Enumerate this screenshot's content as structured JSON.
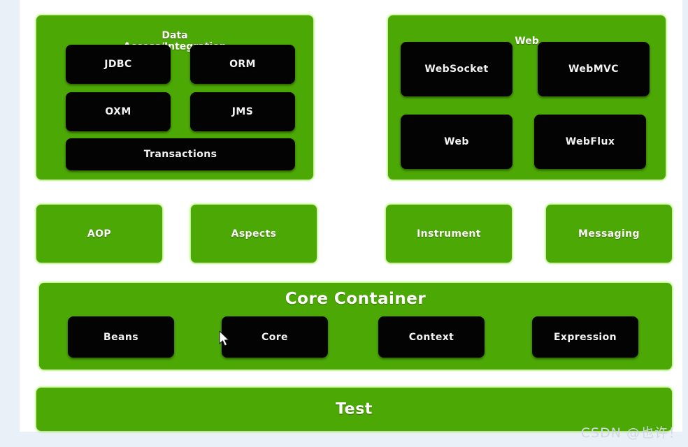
{
  "page": {
    "background_color": "#eaf0f7",
    "canvas_color": "#ffffff",
    "accent_green": "#4ca804",
    "module_black": "#030303"
  },
  "diagram": {
    "panels": [
      {
        "id": "data-access-integration",
        "title": "Data\nAccess/Integration",
        "modules": [
          "JDBC",
          "ORM",
          "OXM",
          "JMS",
          "Transactions"
        ]
      },
      {
        "id": "web",
        "title": "Web",
        "modules": [
          "WebSocket",
          "WebMVC",
          "Web",
          "WebFlux"
        ]
      }
    ],
    "standalone_modules": [
      "AOP",
      "Aspects",
      "Instrument",
      "Messaging"
    ],
    "core_container": {
      "title": "Core  Container",
      "modules": [
        "Beans",
        "Core",
        "Context",
        "Expression"
      ]
    },
    "test_bar": {
      "label": "Test"
    }
  },
  "overlay": {
    "cursor_icon": "arrow-pointer-icon",
    "watermark": "CSDN @也许！"
  }
}
